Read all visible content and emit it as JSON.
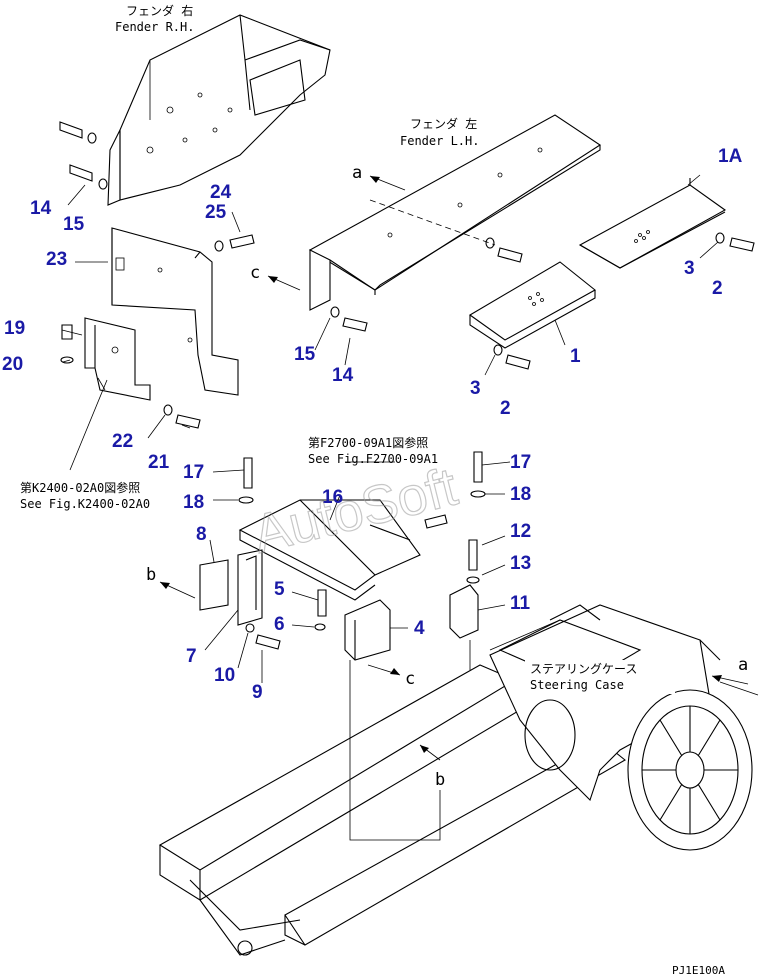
{
  "labels": {
    "fender_rh": {
      "jp": "フェンダ 右",
      "en": "Fender R.H."
    },
    "fender_lh": {
      "jp": "フェンダ 左",
      "en": "Fender L.H."
    },
    "ref_f2700": {
      "jp": "第F2700-09A1図参照",
      "en": "See Fig.F2700-09A1"
    },
    "ref_k2400": {
      "jp": "第K2400-02A0図参照",
      "en": "See Fig.K2400-02A0"
    },
    "steering_case": {
      "jp": "ステアリングケース",
      "en": "Steering Case"
    }
  },
  "direction_letters": {
    "a": "a",
    "b": "b",
    "c": "c"
  },
  "part_numbers": [
    "1A",
    "1",
    "2",
    "3",
    "4",
    "5",
    "6",
    "7",
    "8",
    "9",
    "10",
    "11",
    "12",
    "13",
    "14",
    "15",
    "16",
    "17",
    "18",
    "19",
    "20",
    "21",
    "22",
    "23",
    "24",
    "25"
  ],
  "watermark": "AutoSoft",
  "drawing_code": "PJ1E100A",
  "colors": {
    "callout": "#1a1aa6",
    "line": "#000000",
    "watermark": "#9a9a9a"
  }
}
